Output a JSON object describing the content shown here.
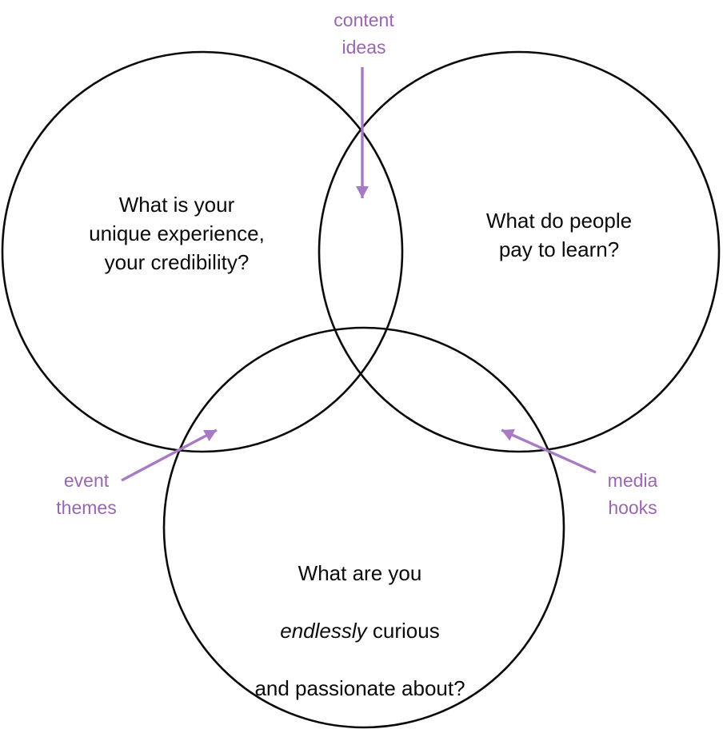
{
  "colors": {
    "label_purple": "#9a66b2",
    "arrow_purple": "#a77bc4",
    "circle_stroke": "#0a0a0a",
    "question_black": "#0a0a0a"
  },
  "diagram_type": "three-circle venn diagram",
  "circles": {
    "left": {
      "question": "What is your\nunique experience,\nyour credibility?"
    },
    "right": {
      "question": "What do people\npay to learn?"
    },
    "bottom": {
      "question_line1": "What are you",
      "question_line2_italic": "endlessly",
      "question_line2_rest": " curious",
      "question_line3": "and passionate about?"
    }
  },
  "annotations": {
    "content_ideas": {
      "label": "content\nideas"
    },
    "event_themes": {
      "label": "event\nthemes"
    },
    "media_hooks": {
      "label": "media\nhooks"
    }
  }
}
